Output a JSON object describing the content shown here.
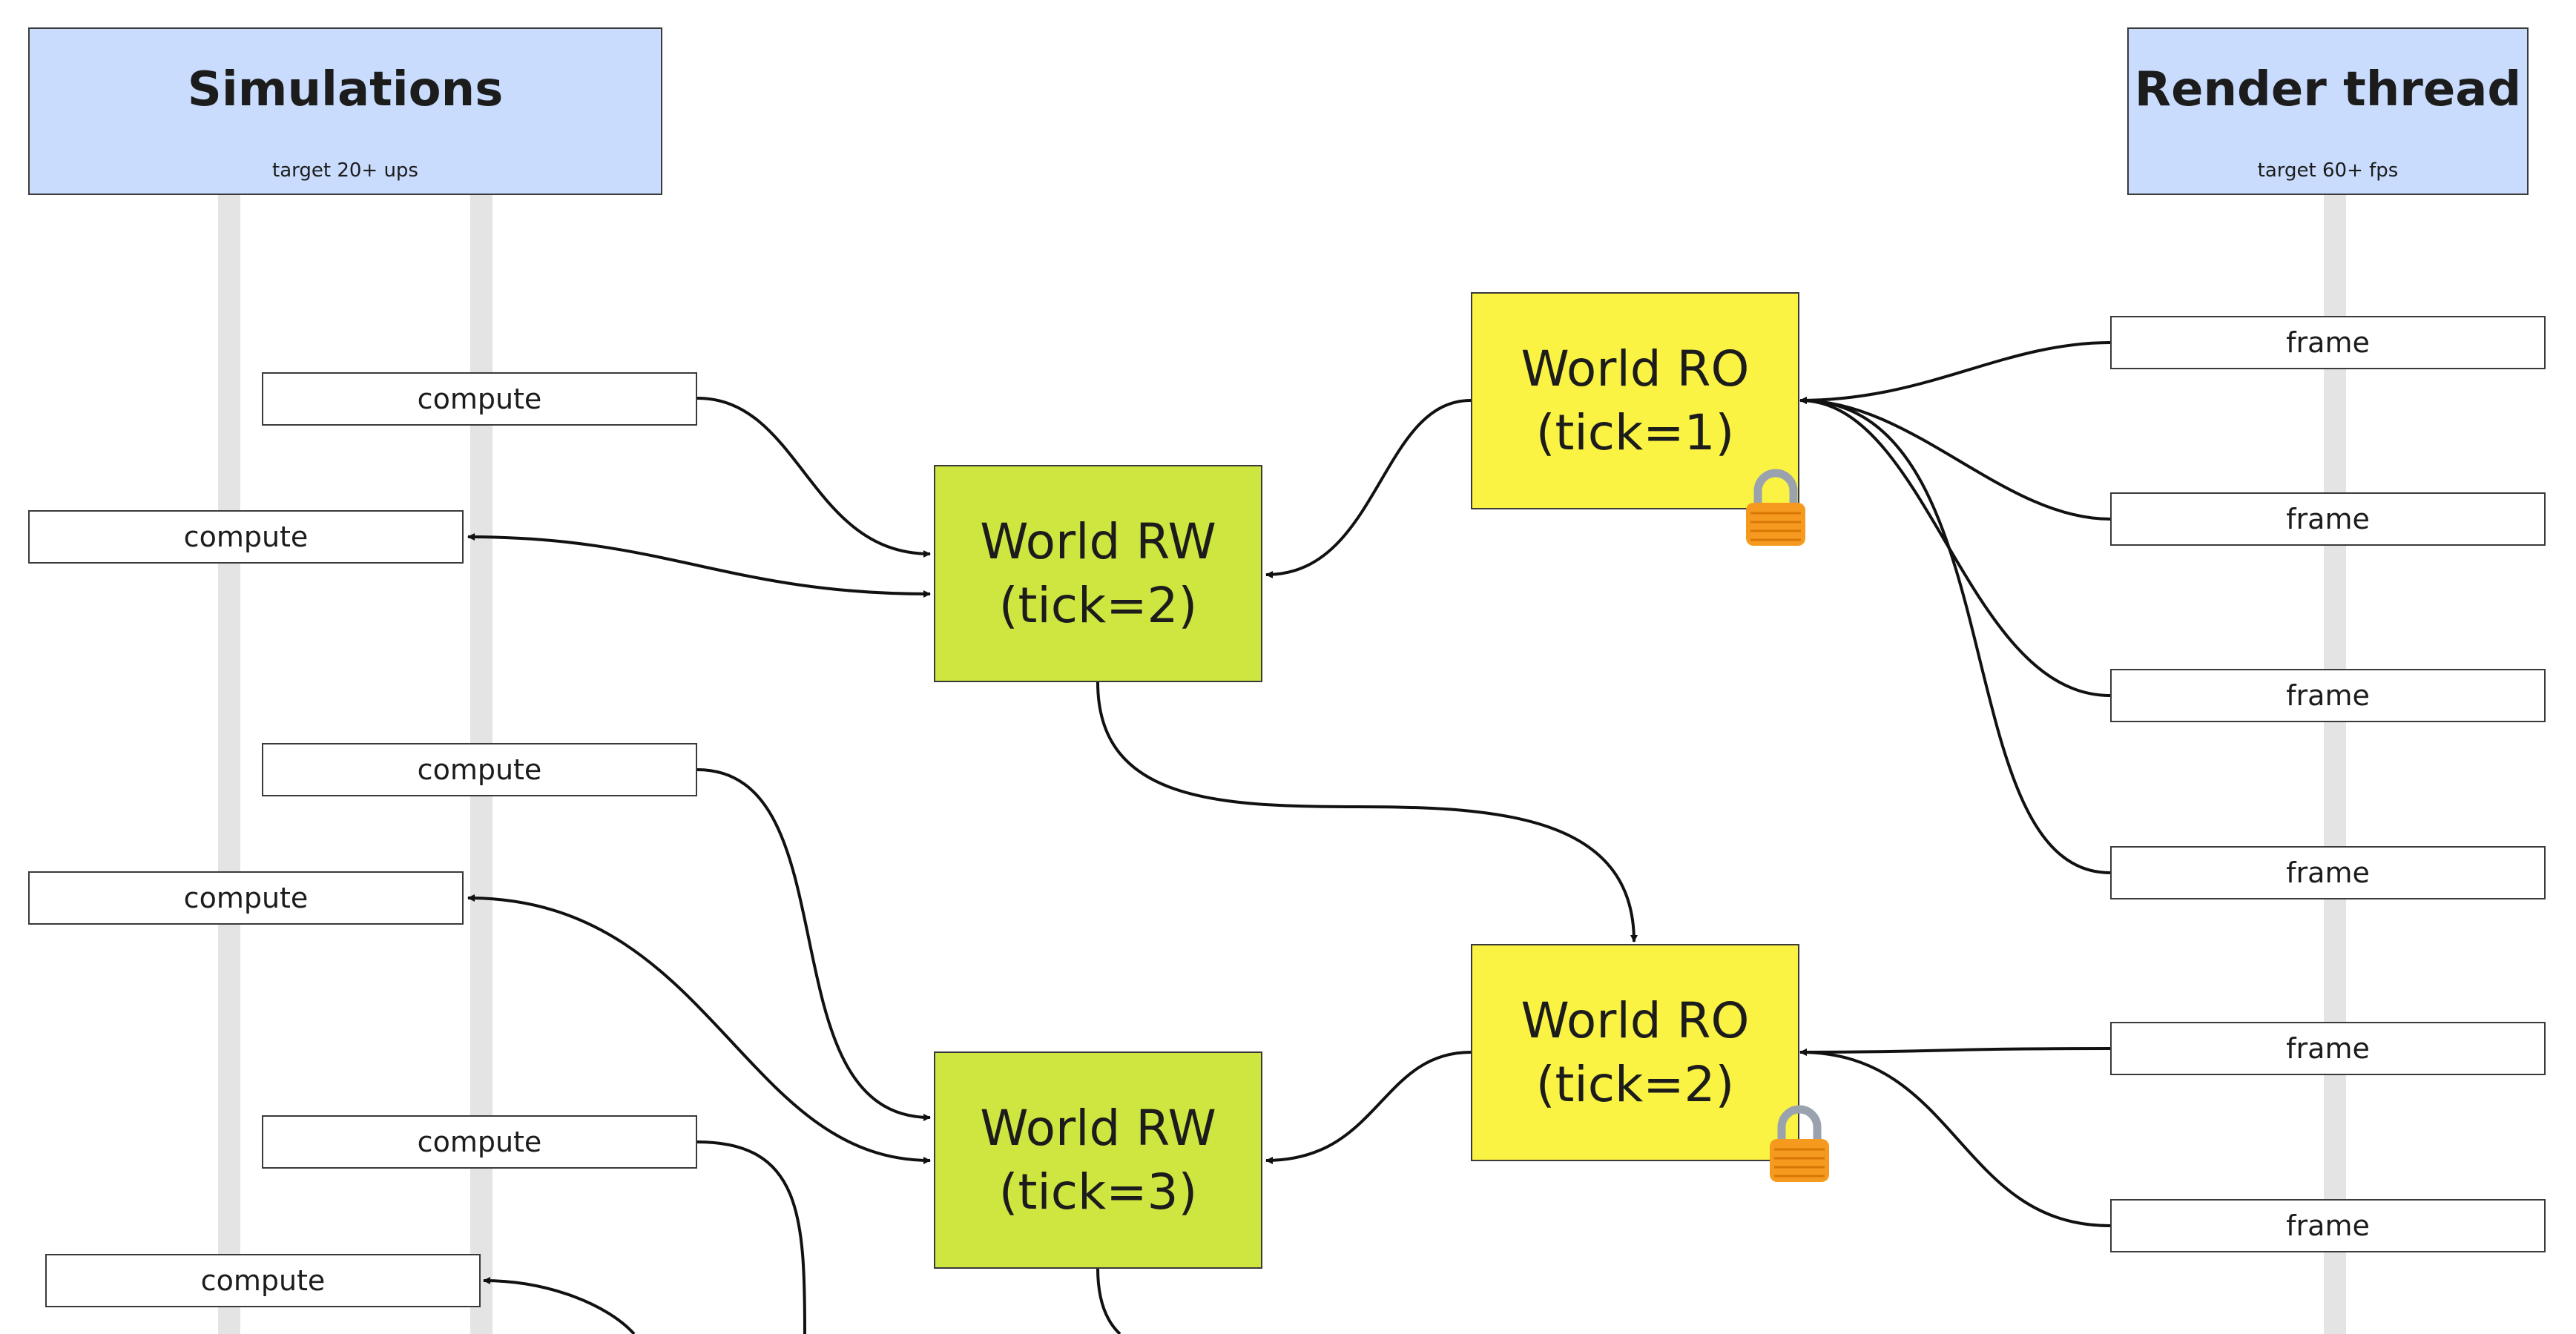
{
  "headers": {
    "simulations": {
      "title": "Simulations",
      "subtitle": "target 20+ ups"
    },
    "render": {
      "title": "Render thread",
      "subtitle": "target 60+ fps"
    }
  },
  "compute_label": "compute",
  "frame_label": "frame",
  "worlds": {
    "ro1": {
      "line1": "World RO",
      "line2": "(tick=1)"
    },
    "rw2": {
      "line1": "World RW",
      "line2": "(tick=2)"
    },
    "ro2": {
      "line1": "World RO",
      "line2": "(tick=2)"
    },
    "rw3": {
      "line1": "World RW",
      "line2": "(tick=3)"
    }
  },
  "icons": {
    "lock": "lock-icon"
  },
  "colors": {
    "header_bg": "#c9dcfd",
    "world_rw": "#cfe540",
    "world_ro": "#fbf343",
    "lifeline": "#e4e4e4",
    "lock_body": "#f59a1e",
    "lock_shackle": "#9aa3ad"
  }
}
